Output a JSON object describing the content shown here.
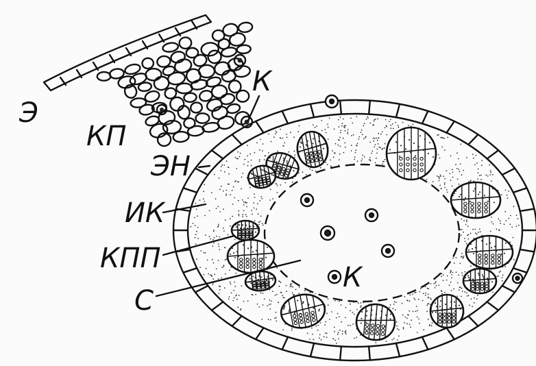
{
  "diagram": {
    "labels": {
      "epidermis": "Э",
      "cortex_parenchyma": "КП",
      "endodermis": "ЭН",
      "crystal_cells_top": "К",
      "crystal_cells_center": "К",
      "pericycle": "ИК",
      "vascular_bundles": "КПП",
      "core": "С"
    },
    "colors": {
      "ink": "#111111",
      "paper": "#fbfbfb"
    }
  }
}
